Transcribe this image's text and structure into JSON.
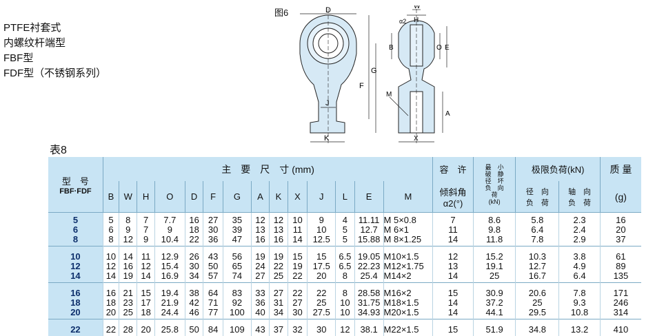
{
  "intro": [
    "PTFE衬套式",
    "内螺纹杆端型",
    "FBF型",
    "FDF型（不锈钢系列）"
  ],
  "figure": {
    "title": "图6",
    "labels": {
      "D": "D",
      "G": "G",
      "F": "F",
      "J": "J",
      "K": "K",
      "W": "W",
      "H": "H",
      "a2": "α2",
      "B": "B",
      "O": "O",
      "E": "E",
      "M": "M",
      "A": "A",
      "X": "X"
    }
  },
  "table_title": "表8",
  "headers": {
    "model_top": "型　号",
    "model_sub": "FBF·FDF",
    "main_dims": "主　要　尺　寸 (mm)",
    "allow": "容　许",
    "tilt": "倾斜角",
    "alpha": "α2(°)",
    "min_break": "最　小\n破　静\n径　坏\n负　向\n荷",
    "min_unit": "(kN)",
    "limit": "极限负荷(kN)",
    "radial": "径　向\n负　荷",
    "axial": "轴　向\n负　荷",
    "mass": "质 量",
    "mass_unit": "(g)",
    "cols": [
      "B",
      "W",
      "H",
      "O",
      "D",
      "F",
      "G",
      "A",
      "K",
      "X",
      "J",
      "L",
      "E",
      "M"
    ]
  },
  "groups": [
    [
      [
        "5",
        "5",
        "8",
        "7",
        "7.7",
        "16",
        "27",
        "35",
        "12",
        "12",
        "10",
        "9",
        "4",
        "11.11",
        "M 5×0.8",
        "7",
        "8.6",
        "5.8",
        "2.3",
        "16"
      ],
      [
        "6",
        "6",
        "9",
        "7",
        "9",
        "18",
        "30",
        "39",
        "13",
        "13",
        "11",
        "10",
        "5",
        "12.7",
        "M 6×1",
        "11",
        "9.8",
        "6.4",
        "2.4",
        "20"
      ],
      [
        "8",
        "8",
        "12",
        "9",
        "10.4",
        "22",
        "36",
        "47",
        "16",
        "16",
        "14",
        "12.5",
        "5",
        "15.88",
        "M 8×1.25",
        "14",
        "11.8",
        "7.8",
        "2.9",
        "37"
      ]
    ],
    [
      [
        "10",
        "10",
        "14",
        "11",
        "12.9",
        "26",
        "43",
        "56",
        "19",
        "19",
        "15",
        "15",
        "6.5",
        "19.05",
        "M10×1.5",
        "12",
        "15.2",
        "10.3",
        "3.8",
        "61"
      ],
      [
        "12",
        "12",
        "16",
        "12",
        "15.4",
        "30",
        "50",
        "65",
        "24",
        "22",
        "19",
        "17.5",
        "6.5",
        "22.23",
        "M12×1.75",
        "13",
        "19.1",
        "12.7",
        "4.9",
        "89"
      ],
      [
        "14",
        "14",
        "19",
        "14",
        "16.9",
        "34",
        "57",
        "74",
        "27",
        "25",
        "22",
        "20",
        "8",
        "25.4",
        "M14×2",
        "14",
        "25",
        "16.7",
        "6.4",
        "135"
      ]
    ],
    [
      [
        "16",
        "16",
        "21",
        "15",
        "19.4",
        "38",
        "64",
        "83",
        "33",
        "27",
        "22",
        "22",
        "8",
        "28.58",
        "M16×2",
        "15",
        "30.9",
        "20.6",
        "7.8",
        "171"
      ],
      [
        "18",
        "18",
        "23",
        "17",
        "21.9",
        "42",
        "71",
        "92",
        "36",
        "31",
        "27",
        "25",
        "10",
        "31.75",
        "M18×1.5",
        "14",
        "37.2",
        "25",
        "9.3",
        "246"
      ],
      [
        "20",
        "20",
        "25",
        "18",
        "24.4",
        "46",
        "77",
        "100",
        "40",
        "34",
        "30",
        "27.5",
        "10",
        "34.93",
        "M20×1.5",
        "14",
        "44.1",
        "29.5",
        "10.8",
        "314"
      ]
    ],
    [
      [
        "22",
        "22",
        "28",
        "20",
        "25.8",
        "50",
        "84",
        "109",
        "43",
        "37",
        "32",
        "30",
        "12",
        "38.1",
        "M22×1.5",
        "15",
        "51.9",
        "34.8",
        "13.2",
        "410"
      ]
    ]
  ],
  "colors": {
    "header_bg": "#c8e4f4",
    "part_fill": "#d6e9f5",
    "accent": "#0d2f6b"
  }
}
